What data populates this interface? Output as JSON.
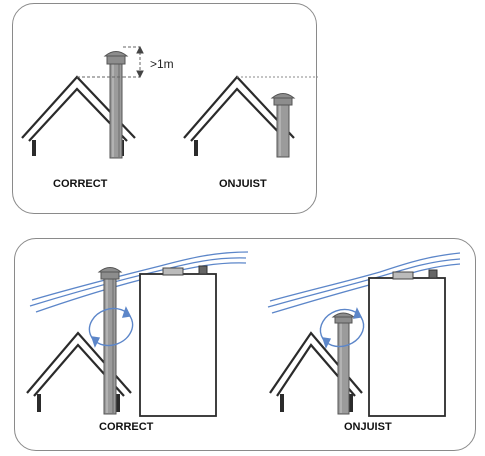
{
  "top_panel": {
    "height_label": ">1m",
    "correct_label": "CORRECT",
    "incorrect_label": "ONJUIST"
  },
  "bottom_panel": {
    "correct_label": "CORRECT",
    "incorrect_label": "ONJUIST"
  },
  "colors": {
    "line": "#2b2b2b",
    "chimney_pipe": "#9b9b9b",
    "wind": "#5c86c9",
    "panel_border": "#8a8a8a"
  }
}
